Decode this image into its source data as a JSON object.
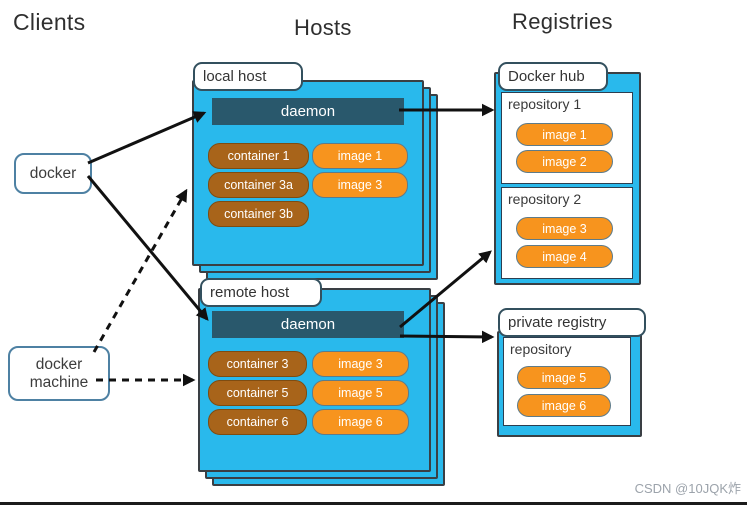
{
  "headers": {
    "clients": "Clients",
    "hosts": "Hosts",
    "registries": "Registries"
  },
  "clients": {
    "docker_label": "docker",
    "docker_machine_label": "docker machine"
  },
  "hosts": {
    "local": {
      "label": "local host",
      "daemon_label": "daemon",
      "containers": [
        "container 1",
        "container 3a",
        "container 3b"
      ],
      "images": [
        "image 1",
        "image 3"
      ]
    },
    "remote": {
      "label": "remote host",
      "daemon_label": "daemon",
      "containers": [
        "container 3",
        "container 5",
        "container 6"
      ],
      "images": [
        "image 3",
        "image 5",
        "image 6"
      ]
    }
  },
  "registries": {
    "docker_hub": {
      "label": "Docker hub",
      "repo1": {
        "name": "repository 1",
        "images": [
          "image 1",
          "image 2"
        ]
      },
      "repo2": {
        "name": "repository 2",
        "images": [
          "image 3",
          "image 4"
        ]
      }
    },
    "private_registry": {
      "label": "private registry",
      "repo": {
        "name": "repository",
        "images": [
          "image 5",
          "image 6"
        ]
      }
    }
  },
  "watermark": "CSDN @10JQK炸",
  "colors": {
    "host_fill": "#29B9EC",
    "daemon_fill": "#29586C",
    "container_fill": "#A8641A",
    "image_fill": "#F7941E",
    "box_border": "#3A3F44",
    "client_border": "#4E81A3",
    "arrow": "#111111"
  }
}
